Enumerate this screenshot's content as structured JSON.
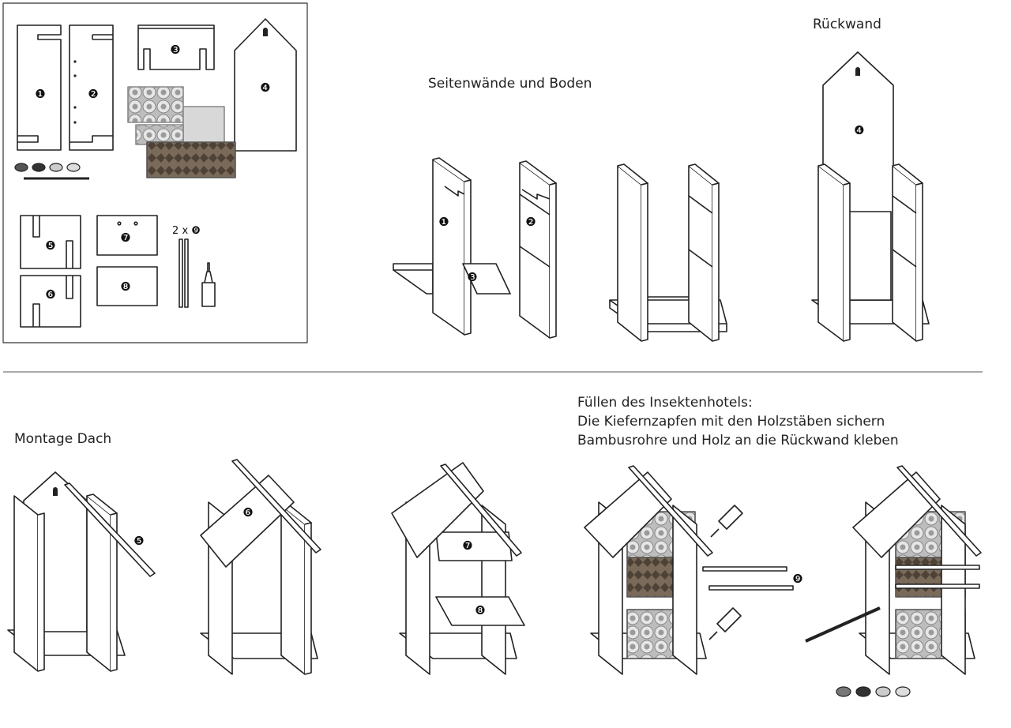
{
  "headings": {
    "side_walls": "Seitenwände und Boden",
    "back_wall": "Rückwand",
    "roof": "Montage Dach",
    "filling_title": "Füllen des Insektenhotels:",
    "filling_line1": "Die Kiefernzapfen mit den Holzstäben sichern",
    "filling_line2": "Bambusrohre und Holz an die Rückwand kleben"
  },
  "parts": {
    "p1": "❶",
    "p2": "❷",
    "p3": "❸",
    "p4": "❹",
    "p5": "❺",
    "p6": "❻",
    "p7": "❼",
    "p8": "❽",
    "p9": "❾",
    "rods_qty": "2 x ❾"
  },
  "colors": {
    "line": "#222222",
    "fill": "#ffffff",
    "bamboo": "#cfcfcf",
    "cone": "#6a5a4a"
  }
}
